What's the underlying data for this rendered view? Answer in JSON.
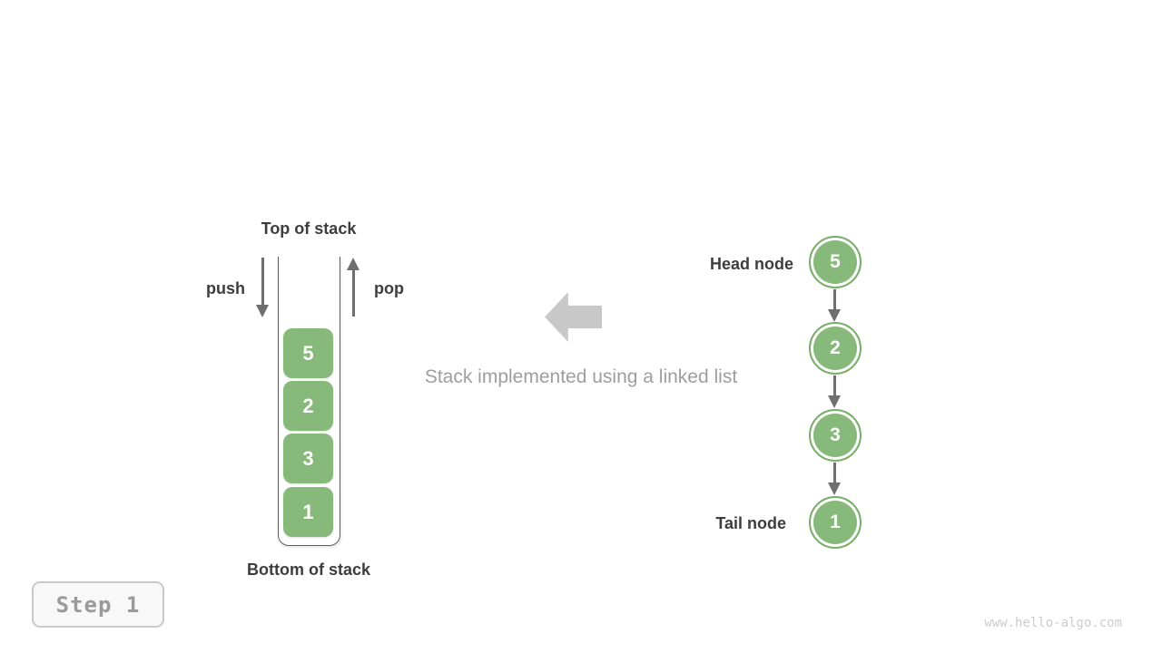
{
  "colors": {
    "node_green": "#86b97a",
    "node_ring_green": "#79af68",
    "dark_label_text": "#3d3d3d",
    "caption_gray": "#9e9e9e",
    "arrow_gray": "#6e6e6e",
    "block_arrow_gray": "#c8c8c8",
    "container_border": "#5c5c5c",
    "step_text": "#9a9a9a",
    "step_border": "#c9c9c9",
    "step_bg": "#f8f8f8",
    "watermark_gray": "#cccccc",
    "background": "#ffffff"
  },
  "stack": {
    "top_label": "Top of stack",
    "bottom_label": "Bottom of stack",
    "push_label": "push",
    "pop_label": "pop",
    "items": [
      "5",
      "2",
      "3",
      "1"
    ]
  },
  "caption": "Stack implemented using a linked list",
  "linked_list": {
    "head_label": "Head node",
    "tail_label": "Tail node",
    "nodes": [
      "5",
      "2",
      "3",
      "1"
    ]
  },
  "step_badge": {
    "label": "Step 1"
  },
  "watermark": "www.hello-algo.com"
}
